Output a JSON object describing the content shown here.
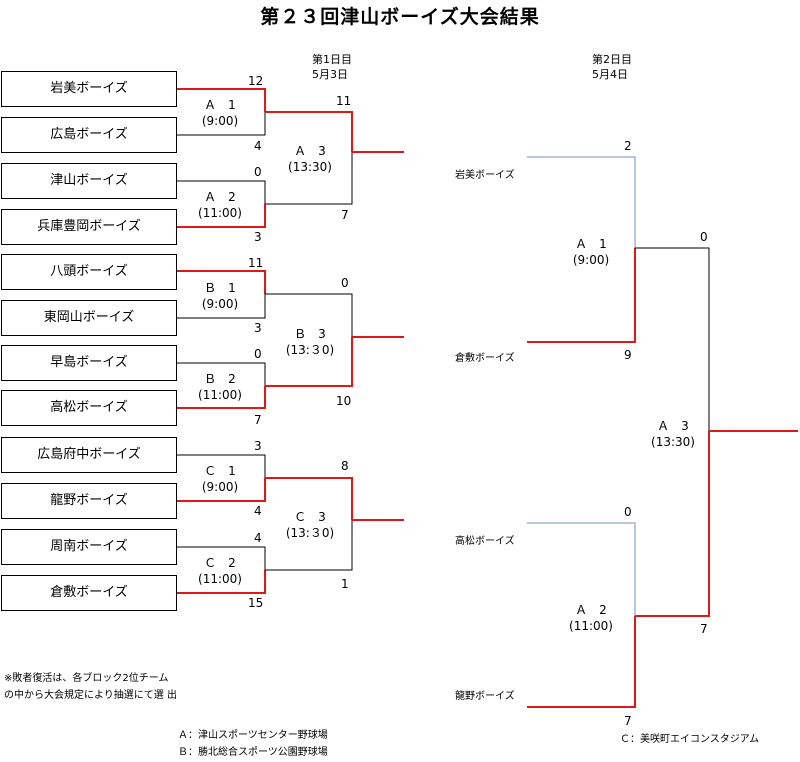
{
  "title": "第２３回津山ボーイズ大会結果",
  "day1": {
    "label": "第1日目",
    "date": "5月3日"
  },
  "day2": {
    "label": "第2日目",
    "date": "5月4日"
  },
  "day1_teams": [
    "岩美ボーイズ",
    "広島ボーイズ",
    "津山ボーイズ",
    "兵庫豊岡ボーイズ",
    "八頭ボーイズ",
    "東岡山ボーイズ",
    "早島ボーイズ",
    "高松ボーイズ",
    "広島府中ボーイズ",
    "龍野ボーイズ",
    "周南ボーイズ",
    "倉敷ボーイズ"
  ],
  "day1_scores": [
    "12",
    "4",
    "0",
    "3",
    "11",
    "3",
    "0",
    "7",
    "3",
    "4",
    "4",
    "15"
  ],
  "day1_round1": [
    {
      "name": "Ａ　1",
      "time": "(9:00)"
    },
    {
      "name": "Ａ　2",
      "time": "(11:00)"
    },
    {
      "name": "Ｂ　1",
      "time": "(9:00)"
    },
    {
      "name": "Ｂ　2",
      "time": "(11:00)"
    },
    {
      "name": "Ｃ　1",
      "time": "(9:00)"
    },
    {
      "name": "Ｃ　2",
      "time": "(11:00)"
    }
  ],
  "day1_round2_scores": [
    "11",
    "7",
    "0",
    "10",
    "8",
    "1"
  ],
  "day1_round2": [
    {
      "name": "Ａ　3",
      "time": "(13:30)"
    },
    {
      "name": "Ｂ　3",
      "time": "(13:３0)"
    },
    {
      "name": "Ｃ　3",
      "time": "(13:３0)"
    }
  ],
  "day2_teams": [
    "岩美ボーイズ",
    "倉敷ボーイズ",
    "高松ボーイズ",
    "龍野ボーイズ"
  ],
  "day2_scores": [
    "2",
    "9",
    "0",
    "7"
  ],
  "day2_round1": [
    {
      "name": "Ａ　1",
      "time": "(9:00)"
    },
    {
      "name": "Ａ　2",
      "time": "(11:00)"
    }
  ],
  "day2_final_scores": [
    "0",
    "7"
  ],
  "day2_final": {
    "name": "Ａ　3",
    "time": "(13:30)"
  },
  "note": [
    "※敗者復活は、各ブロック2位チーム",
    "の中から大会規定により抽選にて選 出"
  ],
  "venues": [
    "Ａ：津山スポーツセンター野球場",
    "Ｂ：勝北総合スポーツ公園野球場",
    "Ｃ：美咲町エイコンスタジアム"
  ],
  "colors": {
    "winner": "#e01818",
    "loser": "#000000",
    "day2_loser": "#6f8fb8"
  }
}
